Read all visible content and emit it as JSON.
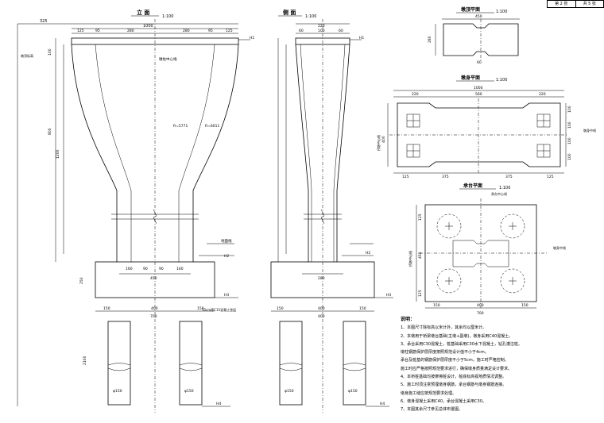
{
  "sheet": {
    "label_a": "第 2 张",
    "label_b": "共 5 张"
  },
  "front": {
    "title": "立 面",
    "scale": "1:100",
    "top_dims": [
      "125",
      "95",
      "280",
      "1000",
      "280",
      "95",
      "125"
    ],
    "overall": "1000",
    "left_edge": "325",
    "left_heights": [
      "100",
      "800",
      "1200"
    ],
    "radius_1": "R=5771",
    "radius_2": "R=6011",
    "center_label": "墩柱中心线",
    "left_label": "墩顶标高",
    "h_labels": [
      "H1",
      "H2",
      "H3",
      "H4"
    ],
    "cap_dims": [
      "160",
      "90",
      "90",
      "160"
    ],
    "cap_overall": "450",
    "pile_dims": [
      "150",
      "400",
      "150"
    ],
    "pile_overall": "700",
    "cap_height": "250",
    "pile_length": "2100",
    "pile_dia": "φ150",
    "ground": "地面线",
    "bottom_note": "10cm厚C15混凝土垫层"
  },
  "side": {
    "title": "侧 面",
    "scale": "1:100",
    "top_dims": [
      "60",
      "100",
      "60"
    ],
    "overall": "220",
    "cap_overall": "280",
    "pile_overall": "400",
    "pile_dims": [
      "150",
      "400",
      "150"
    ],
    "h_labels": [
      "H1",
      "H2",
      "H3",
      "H4"
    ]
  },
  "section": {
    "title": "墩顶平面",
    "scale": "1:100",
    "width": "450",
    "height": "280",
    "notch": "60"
  },
  "pier_plan": {
    "title": "墩身平面",
    "scale": "1:100",
    "overall": "1000",
    "top_dims": [
      "220",
      "560",
      "220"
    ],
    "bottom_dims": [
      "125",
      "375",
      "375",
      "125"
    ],
    "right_dims": [
      "100",
      "100",
      "100",
      "100"
    ],
    "height": "400",
    "right_label": "墩身中线",
    "left_label": "桥墩中心线"
  },
  "cap_plan": {
    "title": "承台平面",
    "scale": "1:100",
    "top_label": "承台中心线",
    "right_label": "墩身中线",
    "left_dims": [
      "125",
      "450",
      "125"
    ],
    "left_label": "桥墩中心线",
    "bottom_dims": [
      "150",
      "400",
      "150"
    ],
    "overall": "700"
  },
  "notes": {
    "title": "说明：",
    "items": [
      "1、本图尺寸除标高以米计外，其余均以厘米计。",
      "2、本墩用于桥梁墩台基础(主墩+副墩)，墩身采用C40混凝土。",
      "3、承台采用C30混凝土，桩基础采用C30水下混凝土，钻孔灌注桩。",
      "   墩柱钢筋保护层厚度按照规范设计值不小于4cm。",
      "   承台及桩基的钢筋保护层厚度不小于5cm，施工时严格控制。",
      "   施工时应严格按照规范要求进行，确保墩身质量满足设计要求。",
      "4、本桥桩基础均按摩擦桩设计，桩底标高视地质情况调整。",
      "5、施工时须注意预埋墩身钢筋，承台钢筋与墩身钢筋连接。",
      "   墩身施工缝应按规范要求处理。",
      "6、墩身混凝土采用C40，承台混凝土采用C30。",
      "7、本图其余尺寸参见总体布置图。"
    ]
  }
}
